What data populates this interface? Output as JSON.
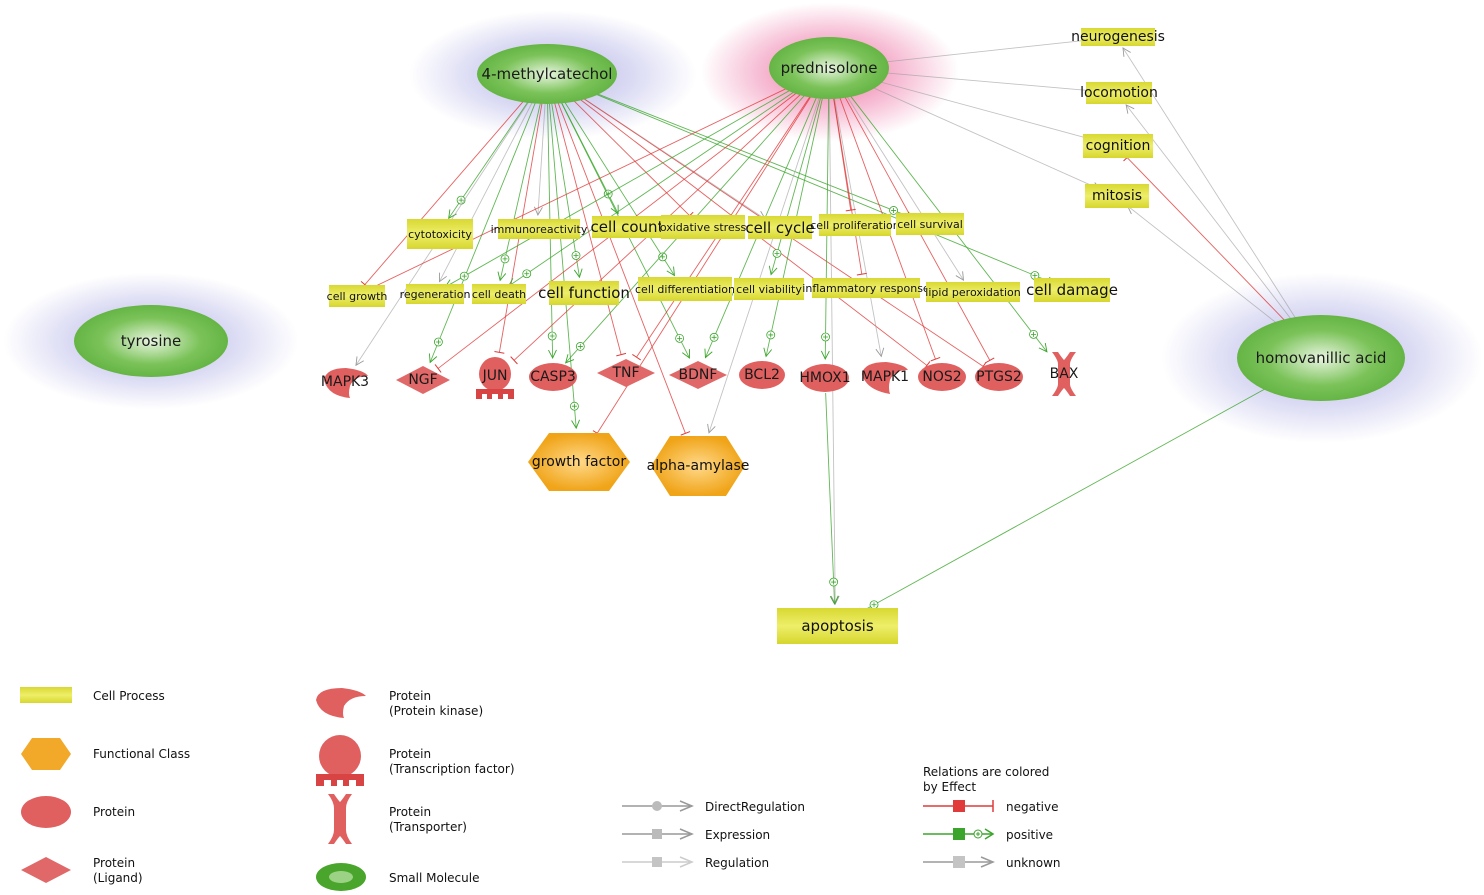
{
  "diagram": {
    "small_molecules": [
      {
        "id": "methylcatechol",
        "label": "4-methylcatechol",
        "glow": "blue"
      },
      {
        "id": "prednisolone",
        "label": "prednisolone",
        "glow": "pink"
      },
      {
        "id": "tyrosine",
        "label": "tyrosine",
        "glow": "blue"
      },
      {
        "id": "homovanillic",
        "label": "homovanillic acid",
        "glow": "blue"
      }
    ],
    "cell_processes": [
      {
        "id": "neurogenesis",
        "label": "neurogenesis"
      },
      {
        "id": "locomotion",
        "label": "locomotion"
      },
      {
        "id": "cognition",
        "label": "cognition"
      },
      {
        "id": "mitosis",
        "label": "mitosis"
      },
      {
        "id": "cytotoxicity",
        "label": "cytotoxicity"
      },
      {
        "id": "immunoreactivity",
        "label": "immunoreactivity"
      },
      {
        "id": "cellcount",
        "label": "cell count"
      },
      {
        "id": "oxstress",
        "label": "oxidative stress"
      },
      {
        "id": "cellcycle",
        "label": "cell cycle"
      },
      {
        "id": "cellprolif",
        "label": "cell proliferation"
      },
      {
        "id": "cellsurvival",
        "label": "cell survival"
      },
      {
        "id": "cellgrowth",
        "label": "cell growth"
      },
      {
        "id": "regeneration",
        "label": "regeneration"
      },
      {
        "id": "celldeath",
        "label": "cell death"
      },
      {
        "id": "cellfunction",
        "label": "cell function"
      },
      {
        "id": "celldiff",
        "label": "cell differentiation"
      },
      {
        "id": "cellviab",
        "label": "cell viability"
      },
      {
        "id": "inflam",
        "label": "inflammatory response"
      },
      {
        "id": "lipidperox",
        "label": "lipid peroxidation"
      },
      {
        "id": "celldamage",
        "label": "cell damage"
      },
      {
        "id": "apoptosis",
        "label": "apoptosis"
      }
    ],
    "proteins": [
      {
        "id": "MAPK3",
        "label": "MAPK3",
        "type": "kinase"
      },
      {
        "id": "NGF",
        "label": "NGF",
        "type": "ligand"
      },
      {
        "id": "JUN",
        "label": "JUN",
        "type": "transcription_factor"
      },
      {
        "id": "CASP3",
        "label": "CASP3",
        "type": "protein"
      },
      {
        "id": "TNF",
        "label": "TNF",
        "type": "ligand"
      },
      {
        "id": "BDNF",
        "label": "BDNF",
        "type": "ligand"
      },
      {
        "id": "BCL2",
        "label": "BCL2",
        "type": "protein"
      },
      {
        "id": "HMOX1",
        "label": "HMOX1",
        "type": "protein"
      },
      {
        "id": "MAPK1",
        "label": "MAPK1",
        "type": "kinase"
      },
      {
        "id": "NOS2",
        "label": "NOS2",
        "type": "protein"
      },
      {
        "id": "PTGS2",
        "label": "PTGS2",
        "type": "protein"
      },
      {
        "id": "BAX",
        "label": "BAX",
        "type": "transporter"
      }
    ],
    "functional_classes": [
      {
        "id": "growthfactor",
        "label": "growth factor"
      },
      {
        "id": "alphaamylase",
        "label": "alpha-amylase"
      }
    ],
    "edges": [
      {
        "from": "methylcatechol",
        "to": "cellgrowth",
        "effect": "negative"
      },
      {
        "from": "methylcatechol",
        "to": "cytotoxicity",
        "effect": "positive"
      },
      {
        "from": "methylcatechol",
        "to": "regeneration",
        "effect": "unknown"
      },
      {
        "from": "methylcatechol",
        "to": "celldeath",
        "effect": "positive"
      },
      {
        "from": "methylcatechol",
        "to": "NGF",
        "effect": "positive"
      },
      {
        "from": "methylcatechol",
        "to": "MAPK3",
        "effect": "unknown"
      },
      {
        "from": "methylcatechol",
        "to": "immunoreactivity",
        "effect": "unknown"
      },
      {
        "from": "methylcatechol",
        "to": "cellcount",
        "effect": "positive"
      },
      {
        "from": "methylcatechol",
        "to": "cellfunction",
        "effect": "positive"
      },
      {
        "from": "methylcatechol",
        "to": "JUN",
        "effect": "negative"
      },
      {
        "from": "methylcatechol",
        "to": "CASP3",
        "effect": "positive"
      },
      {
        "from": "methylcatechol",
        "to": "TNF",
        "effect": "negative"
      },
      {
        "from": "methylcatechol",
        "to": "BDNF",
        "effect": "positive"
      },
      {
        "from": "methylcatechol",
        "to": "celldiff",
        "effect": "positive"
      },
      {
        "from": "methylcatechol",
        "to": "oxstress",
        "effect": "negative"
      },
      {
        "from": "methylcatechol",
        "to": "cellcycle",
        "effect": "unknown"
      },
      {
        "from": "methylcatechol",
        "to": "NOS2",
        "effect": "negative"
      },
      {
        "from": "methylcatechol",
        "to": "PTGS2",
        "effect": "negative"
      },
      {
        "from": "methylcatechol",
        "to": "cellsurvival",
        "effect": "positive"
      },
      {
        "from": "methylcatechol",
        "to": "celldamage",
        "effect": "positive"
      },
      {
        "from": "methylcatechol",
        "to": "growthfactor",
        "effect": "positive"
      },
      {
        "from": "methylcatechol",
        "to": "alphaamylase",
        "effect": "negative"
      },
      {
        "from": "prednisolone",
        "to": "neurogenesis",
        "effect": "unknown"
      },
      {
        "from": "prednisolone",
        "to": "locomotion",
        "effect": "unknown"
      },
      {
        "from": "prednisolone",
        "to": "cognition",
        "effect": "unknown"
      },
      {
        "from": "prednisolone",
        "to": "mitosis",
        "effect": "unknown"
      },
      {
        "from": "prednisolone",
        "to": "cellgrowth",
        "effect": "negative"
      },
      {
        "from": "prednisolone",
        "to": "regeneration",
        "effect": "positive"
      },
      {
        "from": "prednisolone",
        "to": "celldeath",
        "effect": "positive"
      },
      {
        "from": "prednisolone",
        "to": "NGF",
        "effect": "negative"
      },
      {
        "from": "prednisolone",
        "to": "JUN",
        "effect": "negative"
      },
      {
        "from": "prednisolone",
        "to": "CASP3",
        "effect": "positive"
      },
      {
        "from": "prednisolone",
        "to": "TNF",
        "effect": "negative"
      },
      {
        "from": "prednisolone",
        "to": "BDNF",
        "effect": "positive"
      },
      {
        "from": "prednisolone",
        "to": "BCL2",
        "effect": "positive"
      },
      {
        "from": "prednisolone",
        "to": "HMOX1",
        "effect": "positive"
      },
      {
        "from": "prednisolone",
        "to": "MAPK1",
        "effect": "unknown"
      },
      {
        "from": "prednisolone",
        "to": "NOS2",
        "effect": "negative"
      },
      {
        "from": "prednisolone",
        "to": "PTGS2",
        "effect": "negative"
      },
      {
        "from": "prednisolone",
        "to": "BAX",
        "effect": "positive"
      },
      {
        "from": "prednisolone",
        "to": "cellviab",
        "effect": "positive"
      },
      {
        "from": "prednisolone",
        "to": "inflam",
        "effect": "negative"
      },
      {
        "from": "prednisolone",
        "to": "lipidperox",
        "effect": "unknown"
      },
      {
        "from": "prednisolone",
        "to": "cellprolif",
        "effect": "negative"
      },
      {
        "from": "prednisolone",
        "to": "growthfactor",
        "effect": "negative"
      },
      {
        "from": "prednisolone",
        "to": "apoptosis",
        "effect": "unknown"
      },
      {
        "from": "prednisolone",
        "to": "alphaamylase",
        "effect": "unknown"
      },
      {
        "from": "HMOX1",
        "to": "apoptosis",
        "effect": "positive"
      },
      {
        "from": "homovanillic",
        "to": "neurogenesis",
        "effect": "unknown"
      },
      {
        "from": "homovanillic",
        "to": "locomotion",
        "effect": "unknown"
      },
      {
        "from": "homovanillic",
        "to": "cognition",
        "effect": "negative"
      },
      {
        "from": "homovanillic",
        "to": "mitosis",
        "effect": "unknown"
      },
      {
        "from": "homovanillic",
        "to": "apoptosis",
        "effect": "positive"
      }
    ]
  },
  "legend": {
    "node_types": [
      {
        "id": "cell_process",
        "label": "Cell Process"
      },
      {
        "id": "functional_class",
        "label": "Functional Class"
      },
      {
        "id": "protein",
        "label": "Protein"
      },
      {
        "id": "ligand",
        "label": "Protein\n(Ligand)"
      },
      {
        "id": "kinase",
        "label": "Protein\n(Protein kinase)"
      },
      {
        "id": "transcription_factor",
        "label": "Protein\n(Transcription factor)"
      },
      {
        "id": "transporter",
        "label": "Protein\n(Transporter)"
      },
      {
        "id": "small_molecule",
        "label": "Small Molecule"
      }
    ],
    "relation_types": [
      {
        "label": "DirectRegulation"
      },
      {
        "label": "Expression"
      },
      {
        "label": "Regulation"
      }
    ],
    "effect_title": "Relations are colored\nby Effect",
    "effects": [
      {
        "label": "negative",
        "color": "#e03a3a"
      },
      {
        "label": "positive",
        "color": "#3aa52a"
      },
      {
        "label": "unknown",
        "color": "#9a9a9a"
      }
    ]
  }
}
